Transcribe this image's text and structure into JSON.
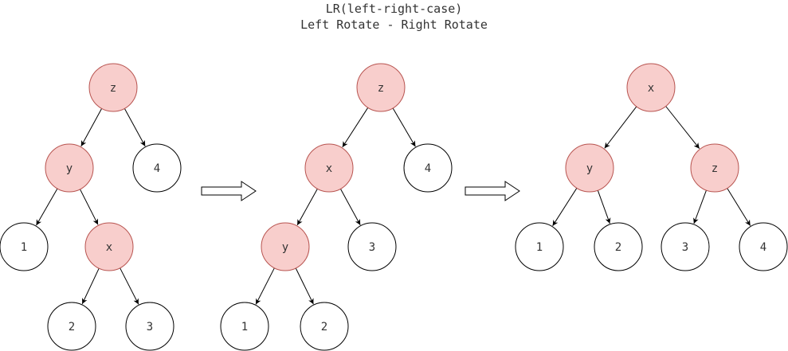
{
  "title": {
    "line1": "LR(left-right-case)",
    "line2": "Left Rotate - Right Rotate"
  },
  "colors": {
    "highlight_fill": "#f8cecc",
    "highlight_stroke": "#b85450",
    "plain_fill": "#ffffff",
    "plain_stroke": "#000000"
  },
  "trees": [
    {
      "nodes": [
        {
          "id": "z",
          "label": "z",
          "highlighted": true
        },
        {
          "id": "y",
          "label": "y",
          "highlighted": true
        },
        {
          "id": "4",
          "label": "4",
          "highlighted": false
        },
        {
          "id": "1",
          "label": "1",
          "highlighted": false
        },
        {
          "id": "x",
          "label": "x",
          "highlighted": true
        },
        {
          "id": "2",
          "label": "2",
          "highlighted": false
        },
        {
          "id": "3",
          "label": "3",
          "highlighted": false
        }
      ],
      "edges": [
        [
          "z",
          "y"
        ],
        [
          "z",
          "4"
        ],
        [
          "y",
          "1"
        ],
        [
          "y",
          "x"
        ],
        [
          "x",
          "2"
        ],
        [
          "x",
          "3"
        ]
      ]
    },
    {
      "nodes": [
        {
          "id": "z",
          "label": "z",
          "highlighted": true
        },
        {
          "id": "x",
          "label": "x",
          "highlighted": true
        },
        {
          "id": "4",
          "label": "4",
          "highlighted": false
        },
        {
          "id": "y",
          "label": "y",
          "highlighted": true
        },
        {
          "id": "3",
          "label": "3",
          "highlighted": false
        },
        {
          "id": "1",
          "label": "1",
          "highlighted": false
        },
        {
          "id": "2",
          "label": "2",
          "highlighted": false
        }
      ],
      "edges": [
        [
          "z",
          "x"
        ],
        [
          "z",
          "4"
        ],
        [
          "x",
          "y"
        ],
        [
          "x",
          "3"
        ],
        [
          "y",
          "1"
        ],
        [
          "y",
          "2"
        ]
      ]
    },
    {
      "nodes": [
        {
          "id": "x",
          "label": "x",
          "highlighted": true
        },
        {
          "id": "y",
          "label": "y",
          "highlighted": true
        },
        {
          "id": "z",
          "label": "z",
          "highlighted": true
        },
        {
          "id": "1",
          "label": "1",
          "highlighted": false
        },
        {
          "id": "2",
          "label": "2",
          "highlighted": false
        },
        {
          "id": "3",
          "label": "3",
          "highlighted": false
        },
        {
          "id": "4",
          "label": "4",
          "highlighted": false
        }
      ],
      "edges": [
        [
          "x",
          "y"
        ],
        [
          "x",
          "z"
        ],
        [
          "y",
          "1"
        ],
        [
          "y",
          "2"
        ],
        [
          "z",
          "3"
        ],
        [
          "z",
          "4"
        ]
      ]
    }
  ]
}
